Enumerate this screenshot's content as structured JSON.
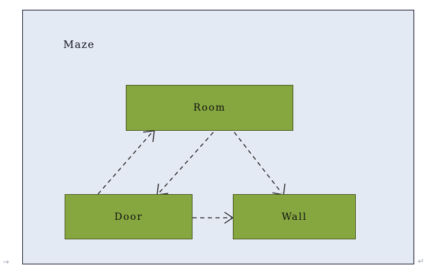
{
  "diagram": {
    "package_label": "Maze",
    "type": "uml-class-diagram",
    "background_color": "#e4eaf4",
    "frame_border_color": "#1a1a2e",
    "node_fill_color": "#86a740",
    "node_border_color": "#4b5a23",
    "connector_color": "#1a1a1a",
    "nodes": [
      {
        "id": "room",
        "label": "Room"
      },
      {
        "id": "door",
        "label": "Door"
      },
      {
        "id": "wall",
        "label": "Wall"
      }
    ],
    "connectors": [
      {
        "id": "door-to-room",
        "from": "Door",
        "to": "Room",
        "style": "dashed",
        "arrow": "open"
      },
      {
        "id": "room-to-door",
        "from": "Room",
        "to": "Door",
        "style": "dashed",
        "arrow": "open"
      },
      {
        "id": "room-to-wall",
        "from": "Room",
        "to": "Wall",
        "style": "dashed",
        "arrow": "open"
      },
      {
        "id": "door-to-wall",
        "from": "Door",
        "to": "Wall",
        "style": "dashed",
        "arrow": "open"
      }
    ]
  },
  "editor_marks": {
    "tab_mark": "→",
    "return_mark": "↵"
  }
}
